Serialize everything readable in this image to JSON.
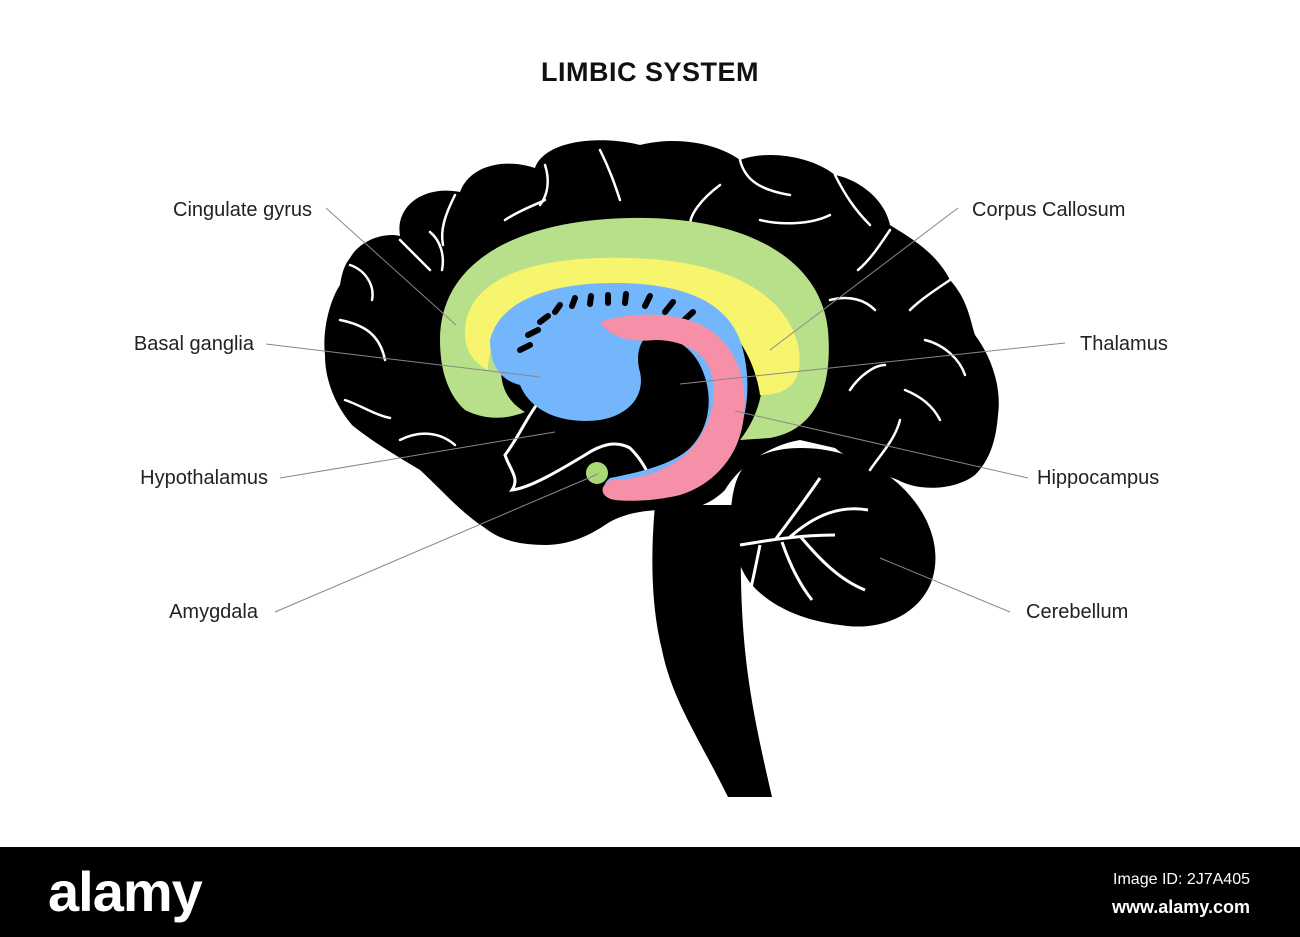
{
  "title": "LIMBIC SYSTEM",
  "labels": {
    "cingulate_gyrus": "Cingulate gyrus",
    "basal_ganglia": "Basal ganglia",
    "hypothalamus": "Hypothalamus",
    "amygdala": "Amygdala",
    "corpus_callosum": "Corpus Callosum",
    "thalamus": "Thalamus",
    "hippocampus": "Hippocampus",
    "cerebellum": "Cerebellum"
  },
  "footer": {
    "logo_text": "alamy",
    "image_id": "Image ID: 2J7A405",
    "site": "www.alamy.com"
  },
  "colors": {
    "brain": "#000000",
    "cingulate_gyrus": "#b8e08a",
    "corpus_callosum": "#f7f46e",
    "thalamus": "#74b6fb",
    "hippocampus": "#f68fa8",
    "amygdala": "#a9d877",
    "leader_lines": "#888888"
  }
}
